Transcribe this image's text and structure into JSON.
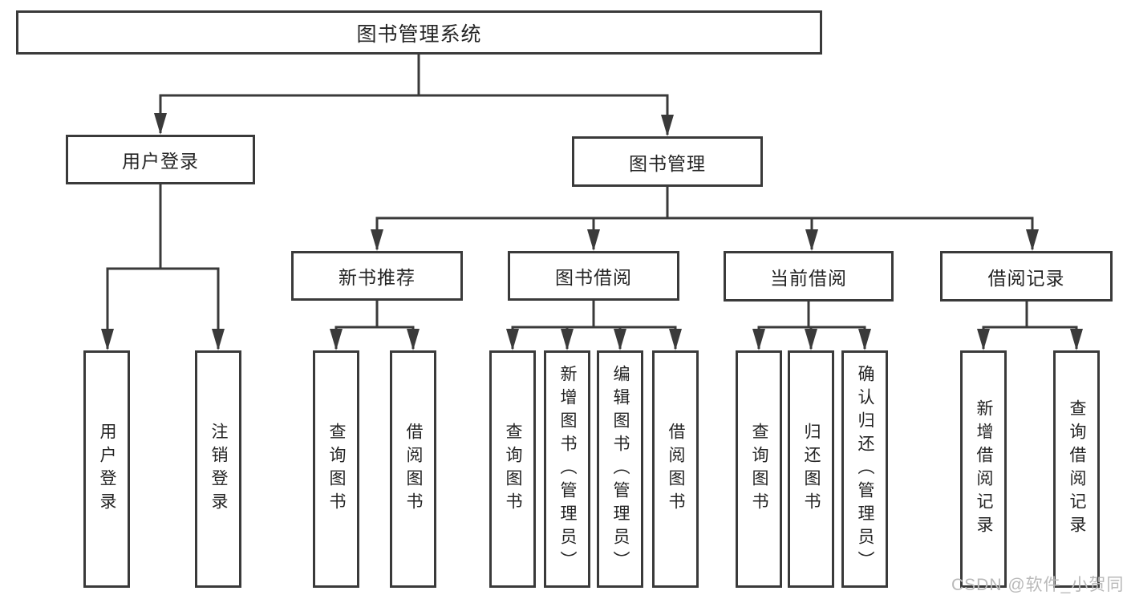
{
  "diagram": {
    "title": "图书管理系统",
    "branches": [
      {
        "label": "用户登录",
        "leaves": [
          "用户登录",
          "注销登录"
        ]
      },
      {
        "label": "图书管理",
        "children": [
          {
            "label": "新书推荐",
            "leaves": [
              "查询图书",
              "借阅图书"
            ]
          },
          {
            "label": "图书借阅",
            "leaves": [
              "查询图书",
              "新增图书（管理员）",
              "编辑图书（管理员）",
              "借阅图书"
            ]
          },
          {
            "label": "当前借阅",
            "leaves": [
              "查询图书",
              "归还图书",
              "确认归还（管理员）"
            ]
          },
          {
            "label": "借阅记录",
            "leaves": [
              "新增借阅记录",
              "查询借阅记录"
            ]
          }
        ]
      }
    ]
  },
  "watermark": {
    "text": "CSDN @软件_小贺同学"
  },
  "colors": {
    "line": "#3a3a3a",
    "node_text": "#242424",
    "node_background": "#ffffff",
    "watermark_text": "#b9b9b9"
  }
}
